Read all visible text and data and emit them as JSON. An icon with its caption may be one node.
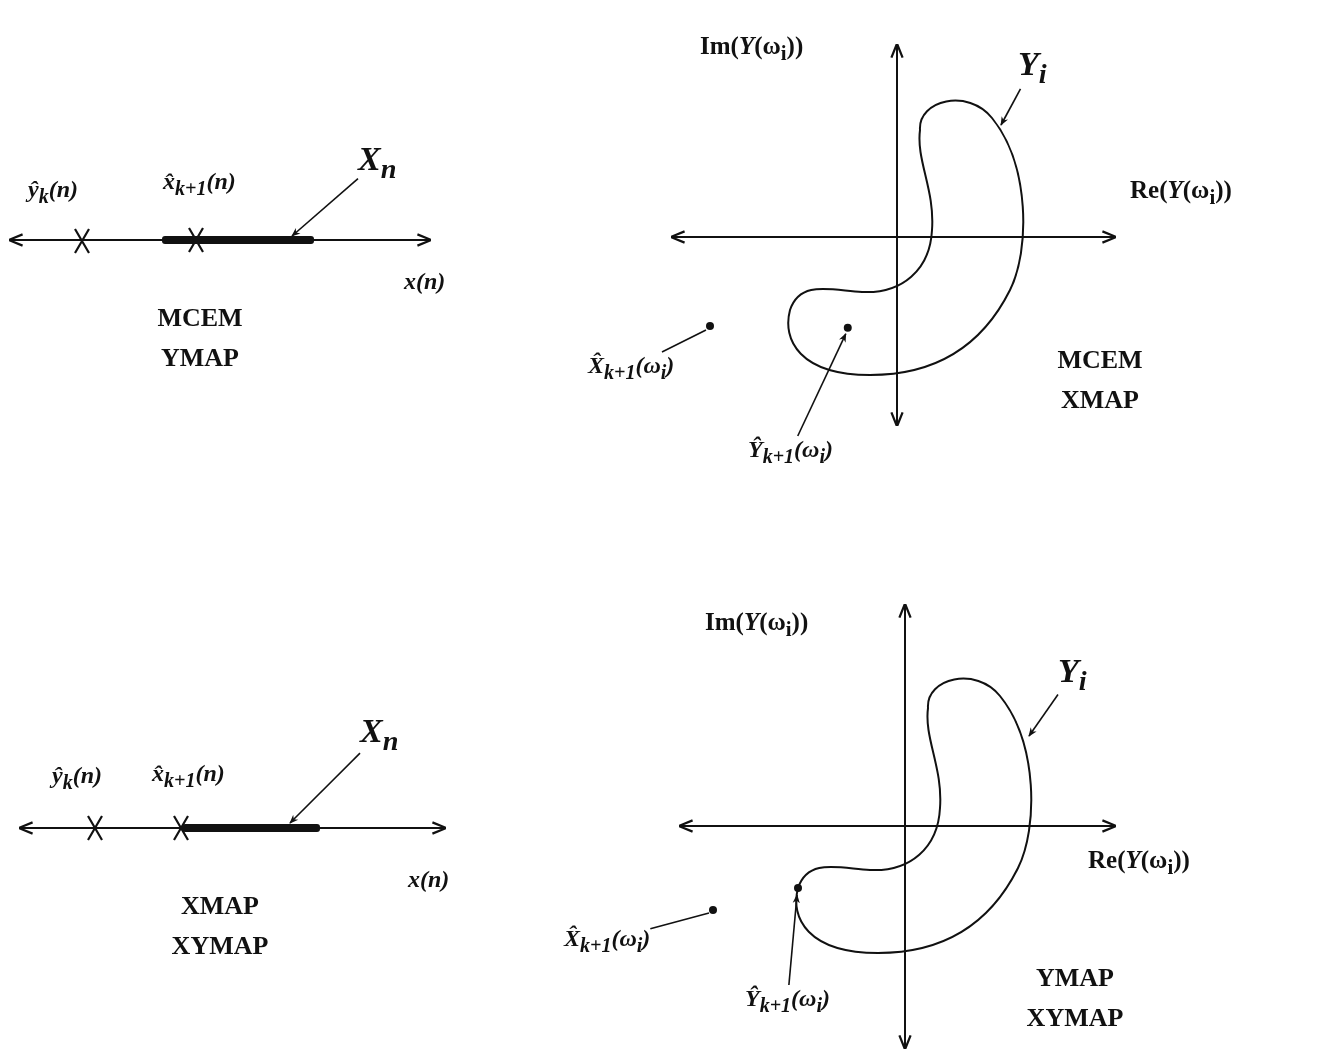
{
  "diagram": {
    "nodes": [
      {
        "text": [
          "X$_{n}$"
        ]
      },
      {
        "text": [],
        "shape": "bar"
      },
      {
        "text": [
          "Y$_{i}$"
        ]
      },
      {
        "text": [],
        "shape": "curve"
      },
      {
        "text": [
          "X̂$_{k+1}$(ω$_{i}$)"
        ]
      },
      {
        "text": [],
        "shape": "circle"
      },
      {
        "text": [
          "Ŷ$_{k+1}$(ω$_{i}$)"
        ]
      },
      {
        "text": [],
        "shape": "circle",
        "in": 3
      },
      {
        "text": [
          "X$_{n}$"
        ]
      },
      {
        "text": [],
        "shape": "bar"
      },
      {
        "text": [
          "Y$_{i}$"
        ]
      },
      {
        "text": [],
        "shape": "curve"
      },
      {
        "text": [
          "X̂$_{k+1}$(ω$_{i}$)"
        ]
      },
      {
        "text": [],
        "shape": "circle"
      },
      {
        "text": [
          "Ŷ$_{k+1}$(ω$_{i}$)"
        ]
      },
      {
        "text": [],
        "shape": "circle"
      }
    ],
    "edges": [
      {
        "from": 0,
        "to": 1,
        "arrow": "to"
      },
      {
        "from": 2,
        "to": 3,
        "arrow": "to"
      },
      {
        "from": 4,
        "to": 5,
        "arrow": "none"
      },
      {
        "from": 6,
        "to": 7,
        "arrow": "to"
      },
      {
        "from": 8,
        "to": 9,
        "arrow": "to"
      },
      {
        "from": 10,
        "to": 11,
        "arrow": "to"
      },
      {
        "from": 12,
        "to": 13,
        "arrow": "none"
      },
      {
        "from": 14,
        "to": 15,
        "arrow": "to"
      }
    ],
    "labels": [
      "ŷ$_{k}$(n)",
      "x̂$_{k+1}$(n)",
      "x(n)",
      "MCEM YMAP",
      "Im(*Y*(ω$_{i}$))",
      "Re(*Y*(ω$_{i}$))",
      "MCEM XMAP",
      "ŷ$_{k}$(n)",
      "x̂$_{k+1}$(n)",
      "x(n)",
      "XMAP XYMAP",
      "Im(*Y*(ω$_{i}$))",
      "Re(*Y*(ω$_{i}$))",
      "YMAP XYMAP"
    ]
  }
}
